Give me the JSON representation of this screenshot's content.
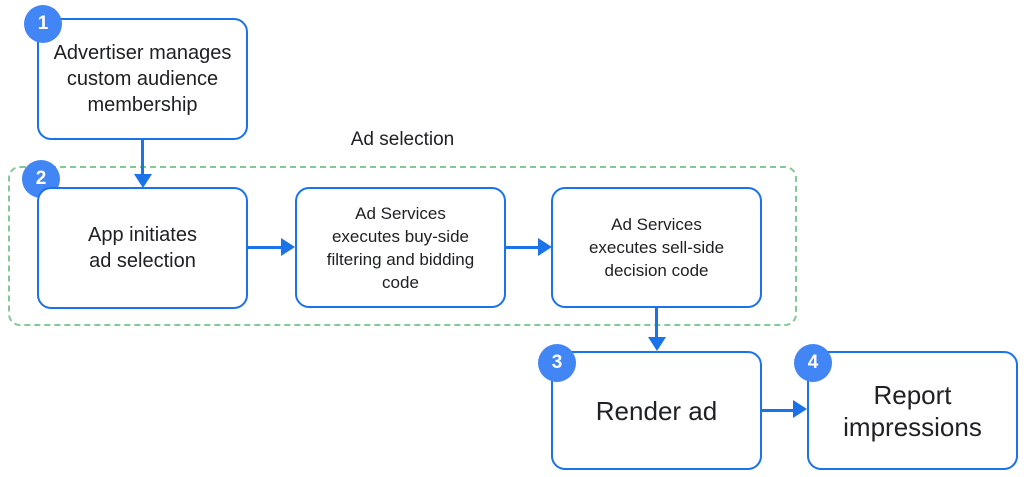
{
  "diagram": {
    "group": {
      "badge": "2",
      "label": "Ad selection"
    },
    "nodes": {
      "advertiser": {
        "badge": "1",
        "label": "Advertiser manages\ncustom audience\nmembership"
      },
      "app_initiates": {
        "label": "App initiates\nad selection"
      },
      "buy_side": {
        "label": "Ad Services\nexecutes buy-side\nfiltering and bidding\ncode"
      },
      "sell_side": {
        "label": "Ad Services\nexecutes sell-side\ndecision code"
      },
      "render_ad": {
        "badge": "3",
        "label": "Render ad"
      },
      "report_impressions": {
        "badge": "4",
        "label": "Report\nimpressions"
      }
    },
    "edges": [
      {
        "from": "advertiser",
        "to": "app_initiates",
        "direction": "down"
      },
      {
        "from": "app_initiates",
        "to": "buy_side",
        "direction": "right"
      },
      {
        "from": "buy_side",
        "to": "sell_side",
        "direction": "right"
      },
      {
        "from": "sell_side",
        "to": "render_ad",
        "direction": "down"
      },
      {
        "from": "render_ad",
        "to": "report_impressions",
        "direction": "right"
      }
    ],
    "colors": {
      "node_border": "#1a73e8",
      "arrow": "#1a73e8",
      "badge_fill": "#4285f4",
      "badge_text": "#ffffff",
      "group_border_dashed": "#81c995",
      "text": "#202124",
      "background": "#ffffff"
    }
  }
}
